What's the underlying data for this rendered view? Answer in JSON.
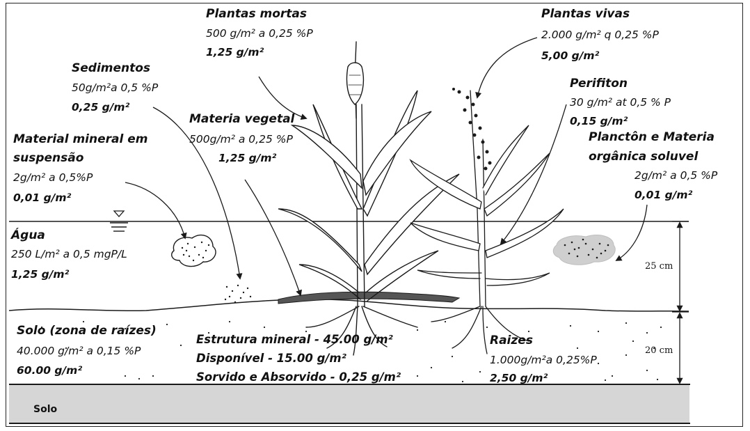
{
  "labels": {
    "plantas_mortas": {
      "title": "Plantas mortas",
      "value": "500 g/m² a 0,25 %P",
      "result": "1,25 g/m²"
    },
    "plantas_vivas": {
      "title": "Plantas vivas",
      "value": "2.000 g/m² q 0,25  %P",
      "result": "5,00 g/m²"
    },
    "sedimentos": {
      "title": "Sedimentos",
      "value": "50g/m²a 0,5 %P",
      "result": "0,25 g/m²"
    },
    "perifiton": {
      "title": "Perifiton",
      "value": "30 g/m² at 0,5 % P",
      "result": "0,15 g/m²"
    },
    "materia_vegetal": {
      "title": "Materia vegetal",
      "value": "500g/m² a 0,25 %P",
      "result": "1,25 g/m²"
    },
    "material_mineral": {
      "title_line1": "Material mineral em",
      "title_line2": "suspensão",
      "value": "2g/m² a 0,5%P",
      "result": "0,01 g/m²"
    },
    "plancton": {
      "title_line1": "Planctôn e Materia",
      "title_line2": "orgânica soluvel",
      "value": "2g/m² a 0,5 %P",
      "result": "0,01 g/m²"
    },
    "agua": {
      "title": "Água",
      "value": "250 L/m² a 0,5 mgP/L",
      "result": "1,25 g/m²"
    },
    "solo_raizes": {
      "title": "Solo (zona de raízes)",
      "value": "40.000 g/m² a 0,15 %P",
      "result": "60.00 g/m²"
    },
    "soil_fractions": {
      "estrutura": "Estrutura mineral - 45.00 g/m²",
      "disponivel": "Disponível - 15.00 g/m²",
      "sorvido": "Sorvido e Absorvido - 0,25 g/m²"
    },
    "raizes": {
      "title": "Raizes",
      "value": "1.000g/m²a 0,25%P",
      "result": "2,50 g/m²"
    }
  },
  "dimensions": {
    "water_depth": "25 cm",
    "soil_depth": "20 cm"
  },
  "base": {
    "label": "Solo"
  },
  "colors": {
    "base_fill": "#d6d6d6",
    "line": "#1a1a1a",
    "leaf_fill": "#ffffff",
    "dark_mat": "#555555"
  }
}
